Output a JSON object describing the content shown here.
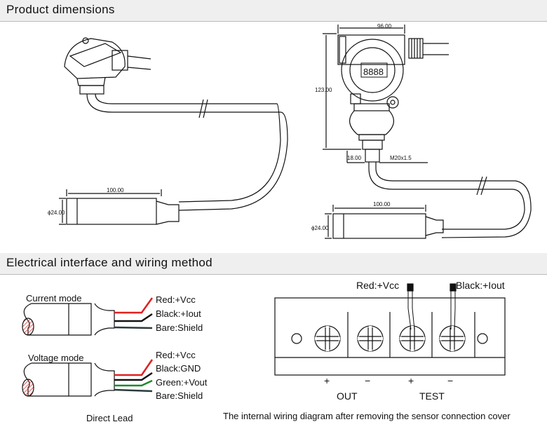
{
  "sections": {
    "dimensions_title": "Product dimensions",
    "wiring_title": "Electrical interface and wiring method"
  },
  "left_drawing": {
    "probe_length": "100.00",
    "probe_diameter": "ϕ24.00"
  },
  "right_drawing": {
    "width": "96.00",
    "height": "123.00",
    "thread_length": "18.00",
    "thread": "M20x1.5",
    "probe_length": "100.00",
    "probe_diameter": "ϕ24.00",
    "display": "8888"
  },
  "direct_lead": {
    "current_mode": {
      "label": "Current mode",
      "wires": [
        "Red:+Vcc",
        "Black:+Iout",
        "Bare:Shield"
      ]
    },
    "voltage_mode": {
      "label": "Voltage mode",
      "wires": [
        "Red:+Vcc",
        "Black:GND",
        "Green:+Vout",
        "Bare:Shield"
      ]
    },
    "caption": "Direct Lead"
  },
  "terminal": {
    "wire_labels": [
      "Red:+Vcc",
      "Black:+Iout"
    ],
    "polarity": [
      "+",
      "−",
      "+",
      "−"
    ],
    "groups": [
      "OUT",
      "TEST"
    ],
    "caption": "The internal wiring diagram after removing the sensor connection cover"
  },
  "colors": {
    "red": "#e02020",
    "black": "#111111",
    "green": "#1a8a2a",
    "bare": "#2a3a3a",
    "hatch": "#d03030"
  }
}
